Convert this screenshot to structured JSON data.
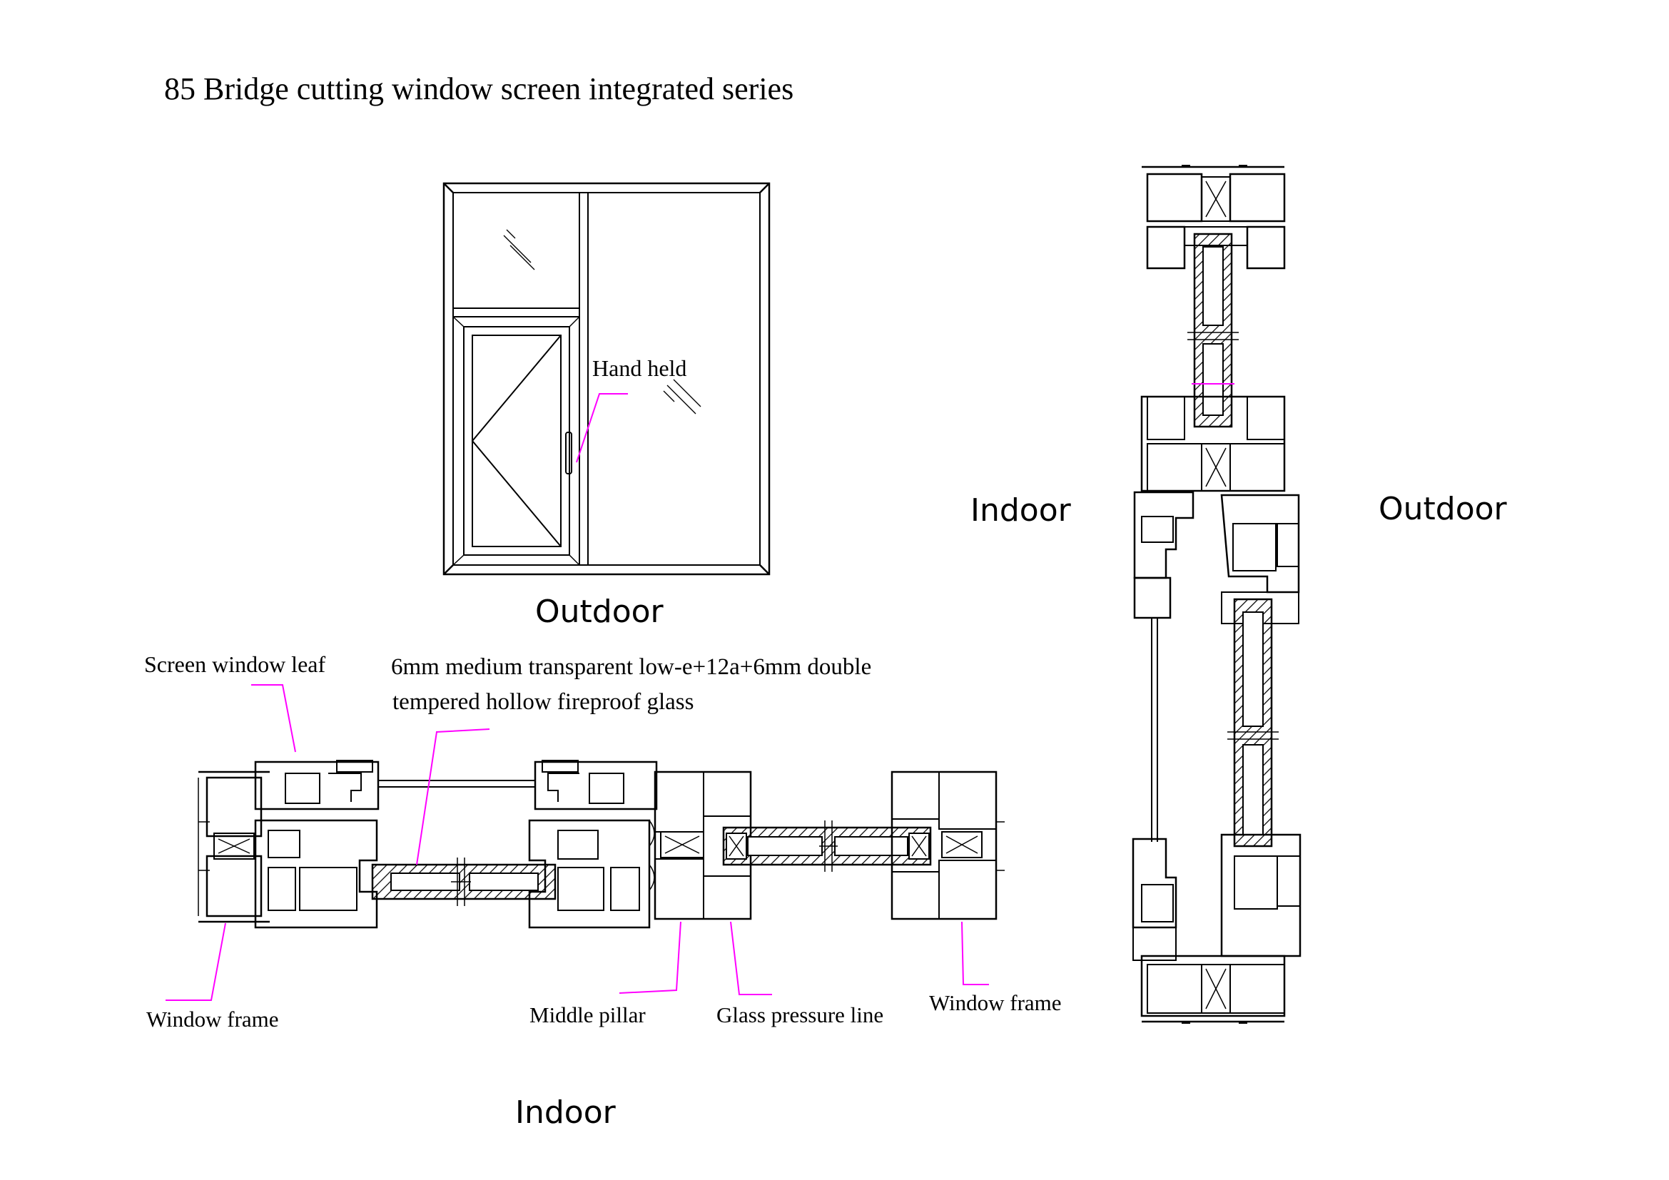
{
  "title": "85 Bridge cutting window screen integrated series",
  "elevation": {
    "handle_label": "Hand held",
    "outdoor_label": "Outdoor"
  },
  "horizontal_section": {
    "screen_leaf_label": "Screen window leaf",
    "glass_label_line1": "6mm medium transparent low-e+12a+6mm double",
    "glass_label_line2": "tempered hollow fireproof glass",
    "frame_left_label": "Window frame",
    "middle_pillar_label": "Middle pillar",
    "glass_pressure_label": "Glass pressure line",
    "frame_right_label": "Window frame",
    "indoor_label": "Indoor"
  },
  "vertical_section": {
    "indoor_label": "Indoor",
    "outdoor_label": "Outdoor"
  },
  "colors": {
    "line": "#000000",
    "leader": "#ff00ff"
  }
}
